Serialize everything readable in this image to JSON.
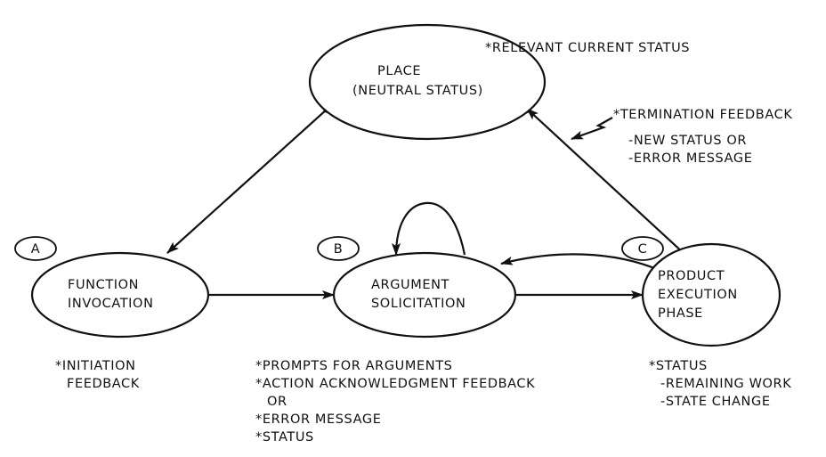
{
  "nodes": {
    "place": {
      "line1": "PLACE",
      "line2": "(NEUTRAL STATUS)"
    },
    "function": {
      "line1": "FUNCTION",
      "line2": "INVOCATION"
    },
    "argument": {
      "line1": "ARGUMENT",
      "line2": "SOLICITATION"
    },
    "product": {
      "line1": "PRODUCT",
      "line2": "EXECUTION",
      "line3": "PHASE"
    }
  },
  "badges": {
    "a": "A",
    "b": "B",
    "c": "C"
  },
  "notes": {
    "relevant": "*RELEVANT CURRENT STATUS",
    "termination": {
      "title": "*TERMINATION FEEDBACK",
      "line1": "-NEW STATUS OR",
      "line2": "-ERROR MESSAGE"
    },
    "initiation": {
      "line1": "*INITIATION",
      "line2": "FEEDBACK"
    },
    "argument_notes": {
      "line1": "*PROMPTS FOR ARGUMENTS",
      "line2": "*ACTION ACKNOWLEDGMENT FEEDBACK",
      "line3": "OR",
      "line4": "*ERROR MESSAGE",
      "line5": "*STATUS"
    },
    "status_notes": {
      "line1": "*STATUS",
      "line2": "-REMAINING WORK",
      "line3": "-STATE CHANGE"
    }
  }
}
